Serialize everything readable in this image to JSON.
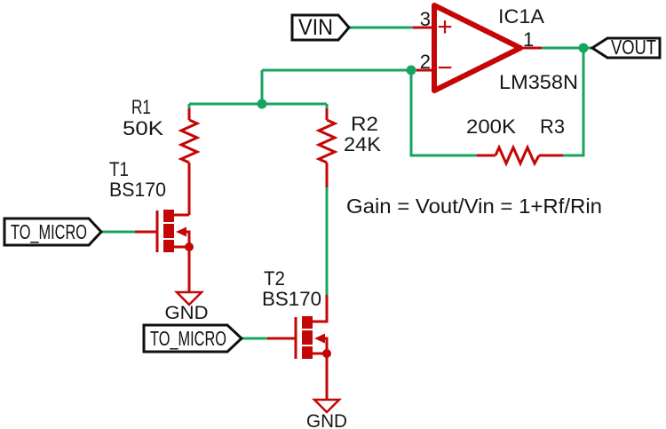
{
  "colors": {
    "wire": "#17a45f",
    "symbol": "#c50606",
    "label": "#161616",
    "flag": "#101010",
    "background": "#ffffff"
  },
  "flags": {
    "vin": "VIN",
    "vout": "VOUT",
    "to_micro_1": "TO_MICRO",
    "to_micro_2": "TO_MICRO"
  },
  "opamp": {
    "name": "IC1A",
    "value": "LM358N",
    "pin_noninv": "3",
    "pin_inv": "2",
    "pin_out": "1",
    "plus": "+",
    "minus": "−"
  },
  "resistors": {
    "r1": {
      "name": "R1",
      "value": "50K"
    },
    "r2": {
      "name": "R2",
      "value": "24K"
    },
    "r3": {
      "name": "R3",
      "value": "200K"
    }
  },
  "transistors": {
    "t1": {
      "name": "T1",
      "value": "BS170"
    },
    "t2": {
      "name": "T2",
      "value": "BS170"
    }
  },
  "grounds": {
    "gnd1": "GND",
    "gnd2": "GND"
  },
  "annotation": {
    "gain_formula": "Gain = Vout/Vin = 1+Rf/Rin"
  }
}
